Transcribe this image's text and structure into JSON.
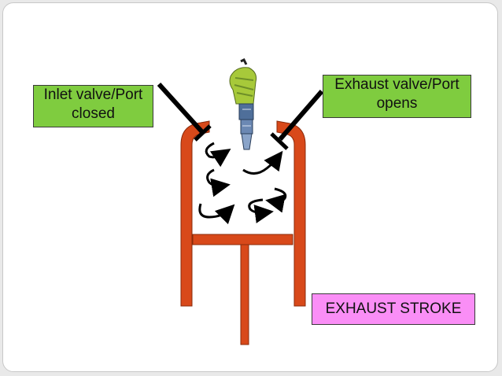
{
  "labels": {
    "inlet": {
      "line1": "Inlet valve/Port",
      "line2": "closed"
    },
    "exhaust": {
      "line1": "Exhaust valve/Port",
      "line2": "opens"
    },
    "stroke": "EXHAUST STROKE"
  },
  "colors": {
    "cylinder": "#d8491a",
    "label_bg": "#7fcc3f",
    "stroke_bg": "#fa8ef6",
    "valve_line": "#000000"
  },
  "icons": {
    "injector": "fuel-injector-icon",
    "gas_flow": "swirl-arrow-icon"
  }
}
